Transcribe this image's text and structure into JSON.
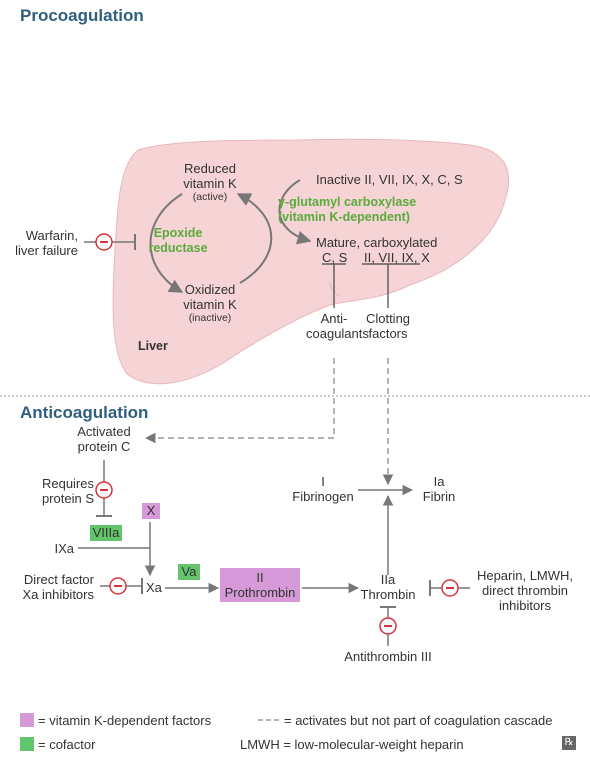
{
  "sections": {
    "procoag": "Procoagulation",
    "anticoag": "Anticoagulation"
  },
  "liver": {
    "label": "Liver",
    "reduced_1": "Reduced",
    "reduced_2": "vitamin K",
    "reduced_3": "(active)",
    "oxidized_1": "Oxidized",
    "oxidized_2": "vitamin K",
    "oxidized_3": "(inactive)",
    "enzyme_1": "Epoxide",
    "enzyme_2": "reductase",
    "inactive": "Inactive II, VII, IX, X, C, S",
    "carbox_1": "γ-glutamyl carboxylase",
    "carbox_2": "(vitamin K-dependent)",
    "mature": "Mature, carboxylated",
    "cs": "C, S",
    "clot_list": "II, VII, IX, X",
    "anti_1": "Anti-",
    "anti_2": "coagulants",
    "clot_1": "Clotting",
    "clot_2": "factors"
  },
  "warfarin": {
    "line1": "Warfarin,",
    "line2": "liver failure"
  },
  "anticoag": {
    "apc_1": "Activated",
    "apc_2": "protein C",
    "req_1": "Requires",
    "req_2": "protein S",
    "viiia": "VIIIa",
    "x": "X",
    "ixa": "IXa",
    "dfx_1": "Direct factor",
    "dfx_2": "Xa inhibitors",
    "xa": "Xa",
    "va": "Va",
    "pro_1": "II",
    "pro_2": "Prothrombin",
    "iia_1": "IIa",
    "iia_2": "Thrombin",
    "fib_1": "I",
    "fib_2": "Fibrinogen",
    "ia_1": "Ia",
    "ia_2": "Fibrin",
    "hep_1": "Heparin, LMWH,",
    "hep_2": "direct thrombin",
    "hep_3": "inhibitors",
    "at3": "Antithrombin III"
  },
  "legend": {
    "pink": "= vitamin K-dependent factors",
    "green": "= cofactor",
    "dashed": "= activates but not part of coagulation cascade",
    "lmwh": "LMWH = low-molecular-weight heparin",
    "rx": "℞"
  },
  "colors": {
    "liver": "#f6d3d5",
    "heading": "#2f5f7f",
    "pink_box": "#d79ad9",
    "green_box": "#62c46b",
    "inhibit": "#d8333a",
    "line": "#777777"
  }
}
